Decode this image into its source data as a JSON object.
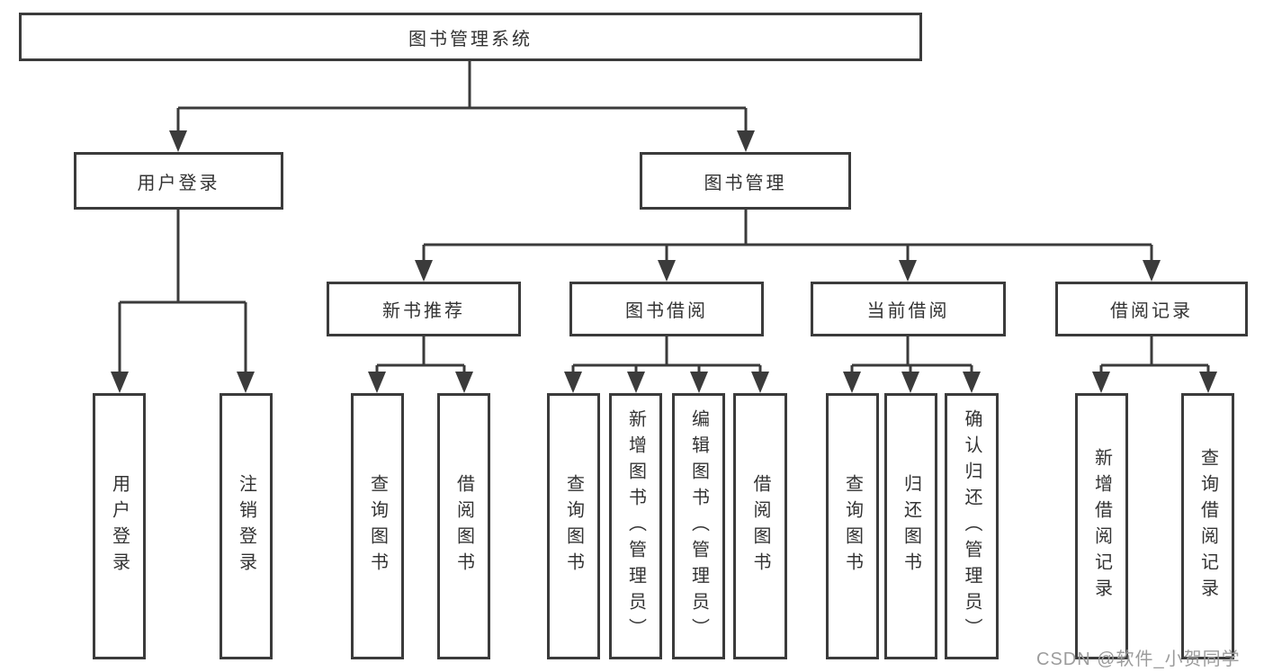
{
  "diagram": {
    "root": {
      "label": "图书管理系统"
    },
    "level2": [
      {
        "label": "用户登录"
      },
      {
        "label": "图书管理"
      }
    ],
    "level3": [
      {
        "label": "新书推荐"
      },
      {
        "label": "图书借阅"
      },
      {
        "label": "当前借阅"
      },
      {
        "label": "借阅记录"
      }
    ],
    "leaves": {
      "user_login": [
        {
          "label": "用户登录"
        },
        {
          "label": "注销登录"
        }
      ],
      "new_books": [
        {
          "label": "查询图书"
        },
        {
          "label": "借阅图书"
        }
      ],
      "book_borrow": [
        {
          "label": "查询图书"
        },
        {
          "label": "新增图书（管理员）"
        },
        {
          "label": "编辑图书（管理员）"
        },
        {
          "label": "借阅图书"
        }
      ],
      "current_borrow": [
        {
          "label": "查询图书"
        },
        {
          "label": "归还图书"
        },
        {
          "label": "确认归还（管理员）"
        }
      ],
      "borrow_records": [
        {
          "label": "新增借阅记录"
        },
        {
          "label": "查询借阅记录"
        }
      ]
    }
  },
  "watermark": {
    "text": "CSDN @软件_小贺同学"
  },
  "colors": {
    "line": "#3b3b3b",
    "text": "#333333",
    "watermark": "#9c9c9c",
    "background": "#ffffff"
  }
}
